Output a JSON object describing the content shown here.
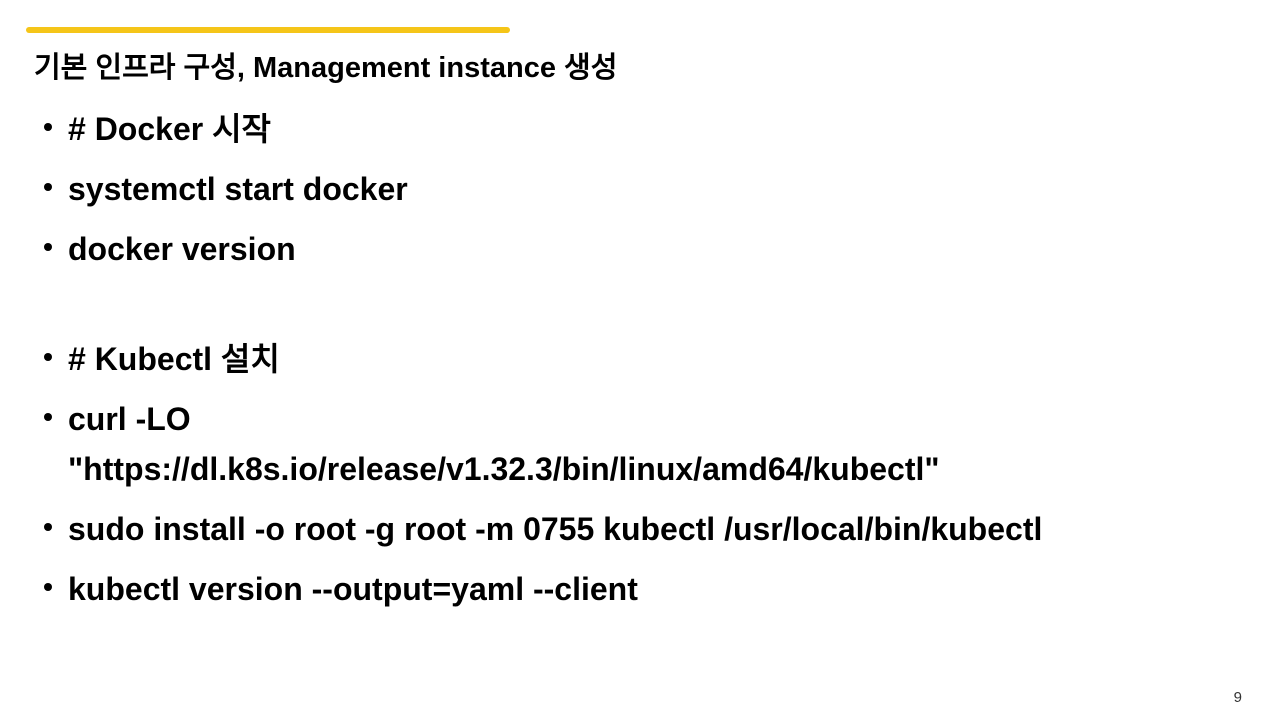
{
  "slide": {
    "title": "기본 인프라 구성, Management instance 생성",
    "page_number": "9",
    "accent_color": "#f5c518"
  },
  "bullets": [
    {
      "text": "# Docker 시작"
    },
    {
      "text": "systemctl start docker"
    },
    {
      "text": "docker version"
    },
    {
      "text": "# Kubectl 설치"
    },
    {
      "line1": "curl -LO",
      "line2": "\"https://dl.k8s.io/release/v1.32.3/bin/linux/amd64/kubectl\""
    },
    {
      "text": "sudo install -o root -g root -m 0755 kubectl /usr/local/bin/kubectl"
    },
    {
      "text": "kubectl version --output=yaml --client"
    }
  ]
}
